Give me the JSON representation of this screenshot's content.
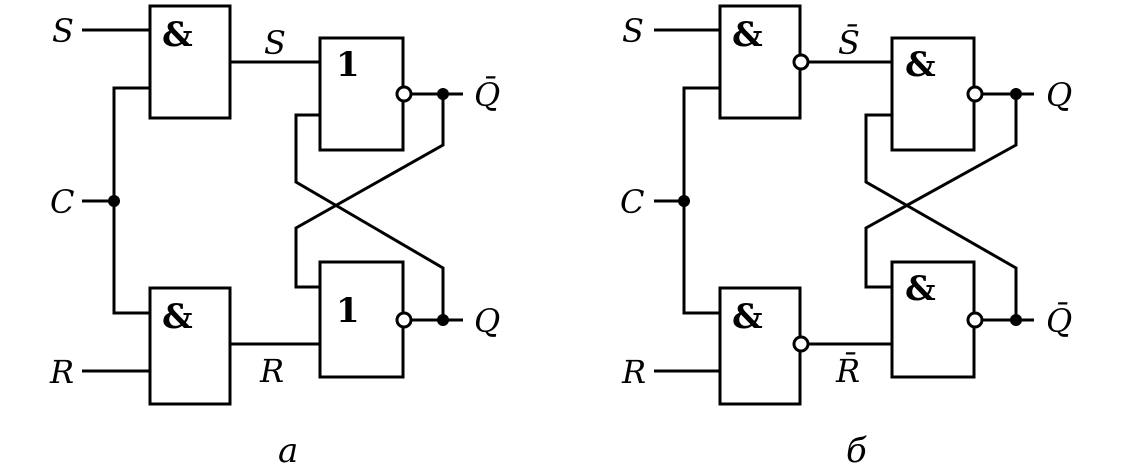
{
  "circuit_a": {
    "caption": "а",
    "inputs": {
      "s": "S",
      "c": "C",
      "r": "R"
    },
    "internal": {
      "s": "S",
      "r": "R"
    },
    "outputs": {
      "top": "Q̄",
      "bottom": "Q"
    },
    "gates": {
      "input_top": "&",
      "input_bottom": "&",
      "latch_top": "1",
      "latch_bottom": "1"
    }
  },
  "circuit_b": {
    "caption": "б",
    "inputs": {
      "s": "S",
      "c": "C",
      "r": "R"
    },
    "internal": {
      "s": "S̄",
      "r": "R̄"
    },
    "outputs": {
      "top": "Q",
      "bottom": "Q̄"
    },
    "gates": {
      "input_top": "&",
      "input_bottom": "&",
      "latch_top": "&",
      "latch_bottom": "&"
    }
  }
}
